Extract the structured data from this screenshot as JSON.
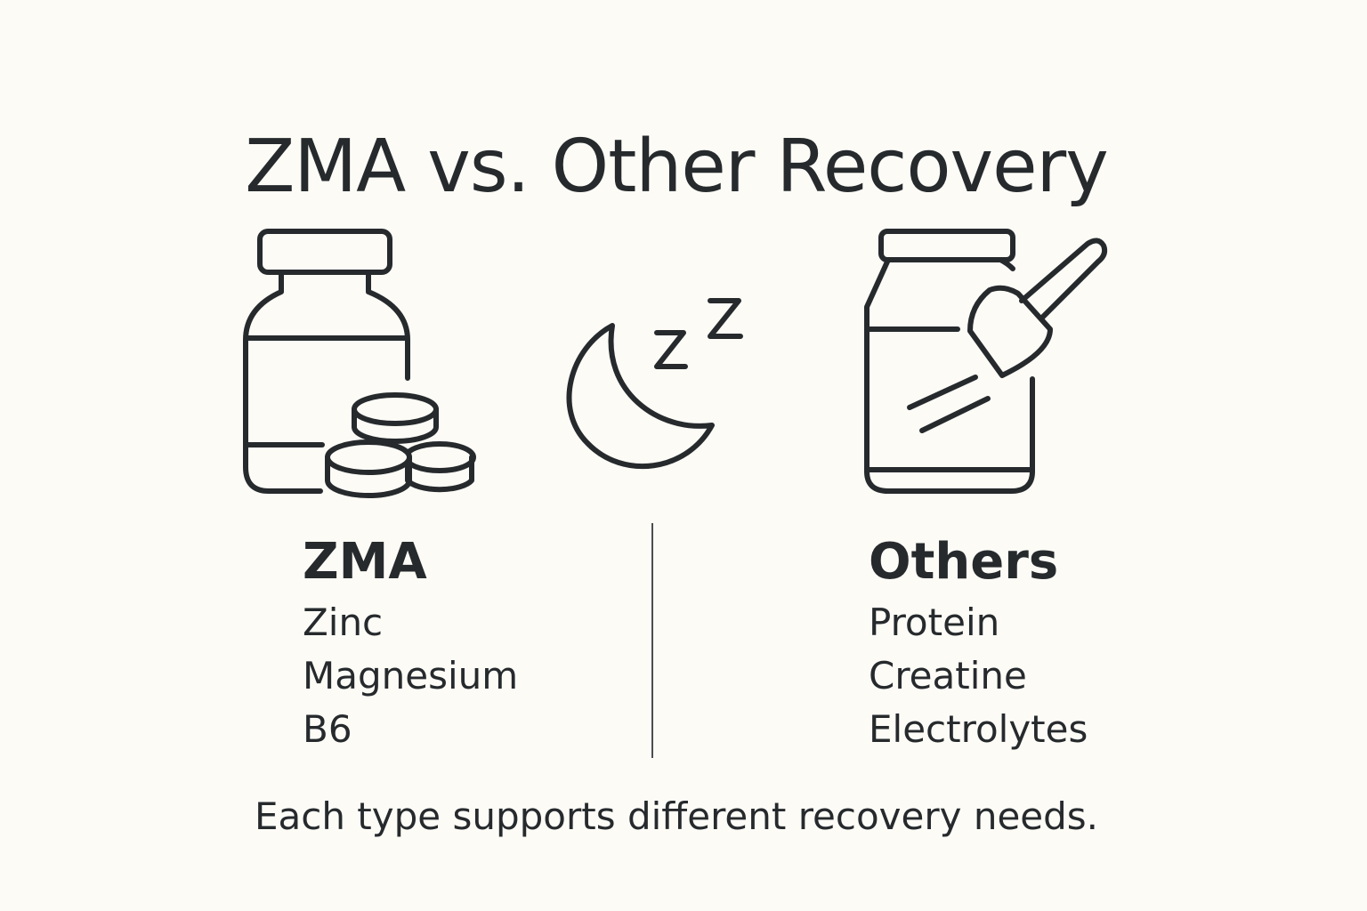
{
  "title": "ZMA vs. Other Recovery",
  "icons": {
    "zma": "pill-bottle-with-tablets-icon",
    "sleep": "moon-sleep-icon",
    "others": "powder-jar-with-scoop-icon"
  },
  "columns": [
    {
      "heading": "ZMA",
      "items": [
        "Zinc",
        "Magnesium",
        "B6"
      ]
    },
    {
      "heading": "Others",
      "items": [
        "Protein",
        "Creatine",
        "Electrolytes"
      ]
    }
  ],
  "caption": "Each type supports different recovery needs.",
  "colors": {
    "background": "#fcfbf6",
    "ink": "#262a2d"
  }
}
